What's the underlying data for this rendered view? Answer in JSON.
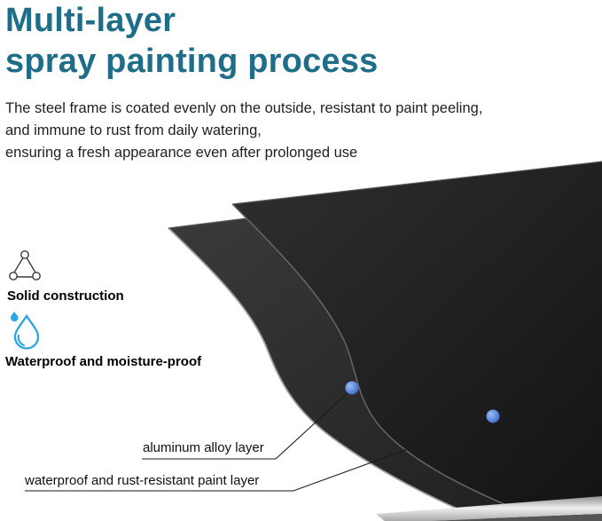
{
  "header": {
    "title_line1": "Multi-layer",
    "title_line2": "spray painting process",
    "description_lines": [
      "The steel frame is coated evenly on the outside, resistant to paint peeling,",
      "and immune to rust from daily watering,",
      "ensuring a fresh appearance even after prolonged use"
    ]
  },
  "features": [
    {
      "icon": "triangle-structure-icon",
      "label": "Solid construction"
    },
    {
      "icon": "water-drop-icon",
      "label": "Waterproof and moisture-proof"
    }
  ],
  "callouts": [
    {
      "icon": "blue-dot-marker",
      "label": "aluminum alloy layer"
    },
    {
      "icon": "blue-dot-marker",
      "label": "waterproof and rust-resistant paint layer"
    }
  ],
  "colors": {
    "title_teal": "#1e6d89",
    "marker_blue": "#4a7ed6",
    "waterdrop_blue": "#2aa7e0",
    "panel_dark": "#262626",
    "aluminum_silver": "#d9d9d9"
  }
}
